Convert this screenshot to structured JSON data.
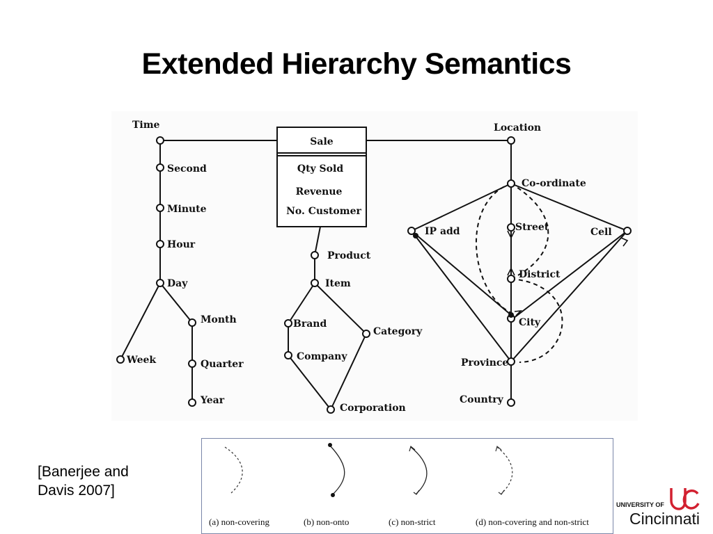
{
  "slide": {
    "title": "Extended Hierarchy Semantics"
  },
  "diagram": {
    "fact": {
      "name": "Sale",
      "measures": [
        "Qty Sold",
        "Revenue",
        "No. Customer"
      ]
    },
    "time": {
      "labels": [
        "Time",
        "Second",
        "Minute",
        "Hour",
        "Day",
        "Month",
        "Week",
        "Quarter",
        "Year"
      ]
    },
    "product": {
      "labels": [
        "Product",
        "Item",
        "Brand",
        "Category",
        "Company",
        "Corporation"
      ]
    },
    "location": {
      "labels": [
        "Location",
        "Co-ordinate",
        "IP add",
        "Street",
        "Cell",
        "District",
        "City",
        "Province",
        "Country"
      ]
    }
  },
  "legend": {
    "items": [
      "(a) non-covering",
      "(b) non-onto",
      "(c) non-strict",
      "(d) non-covering and non-strict"
    ]
  },
  "citation": {
    "line1": "[Banerjee and",
    "line2": "Davis 2007]"
  },
  "logo": {
    "university_of": "UNIVERSITY OF",
    "name": "Cincinnati",
    "colors": {
      "mark": "#d22030",
      "text": "#111111"
    }
  }
}
